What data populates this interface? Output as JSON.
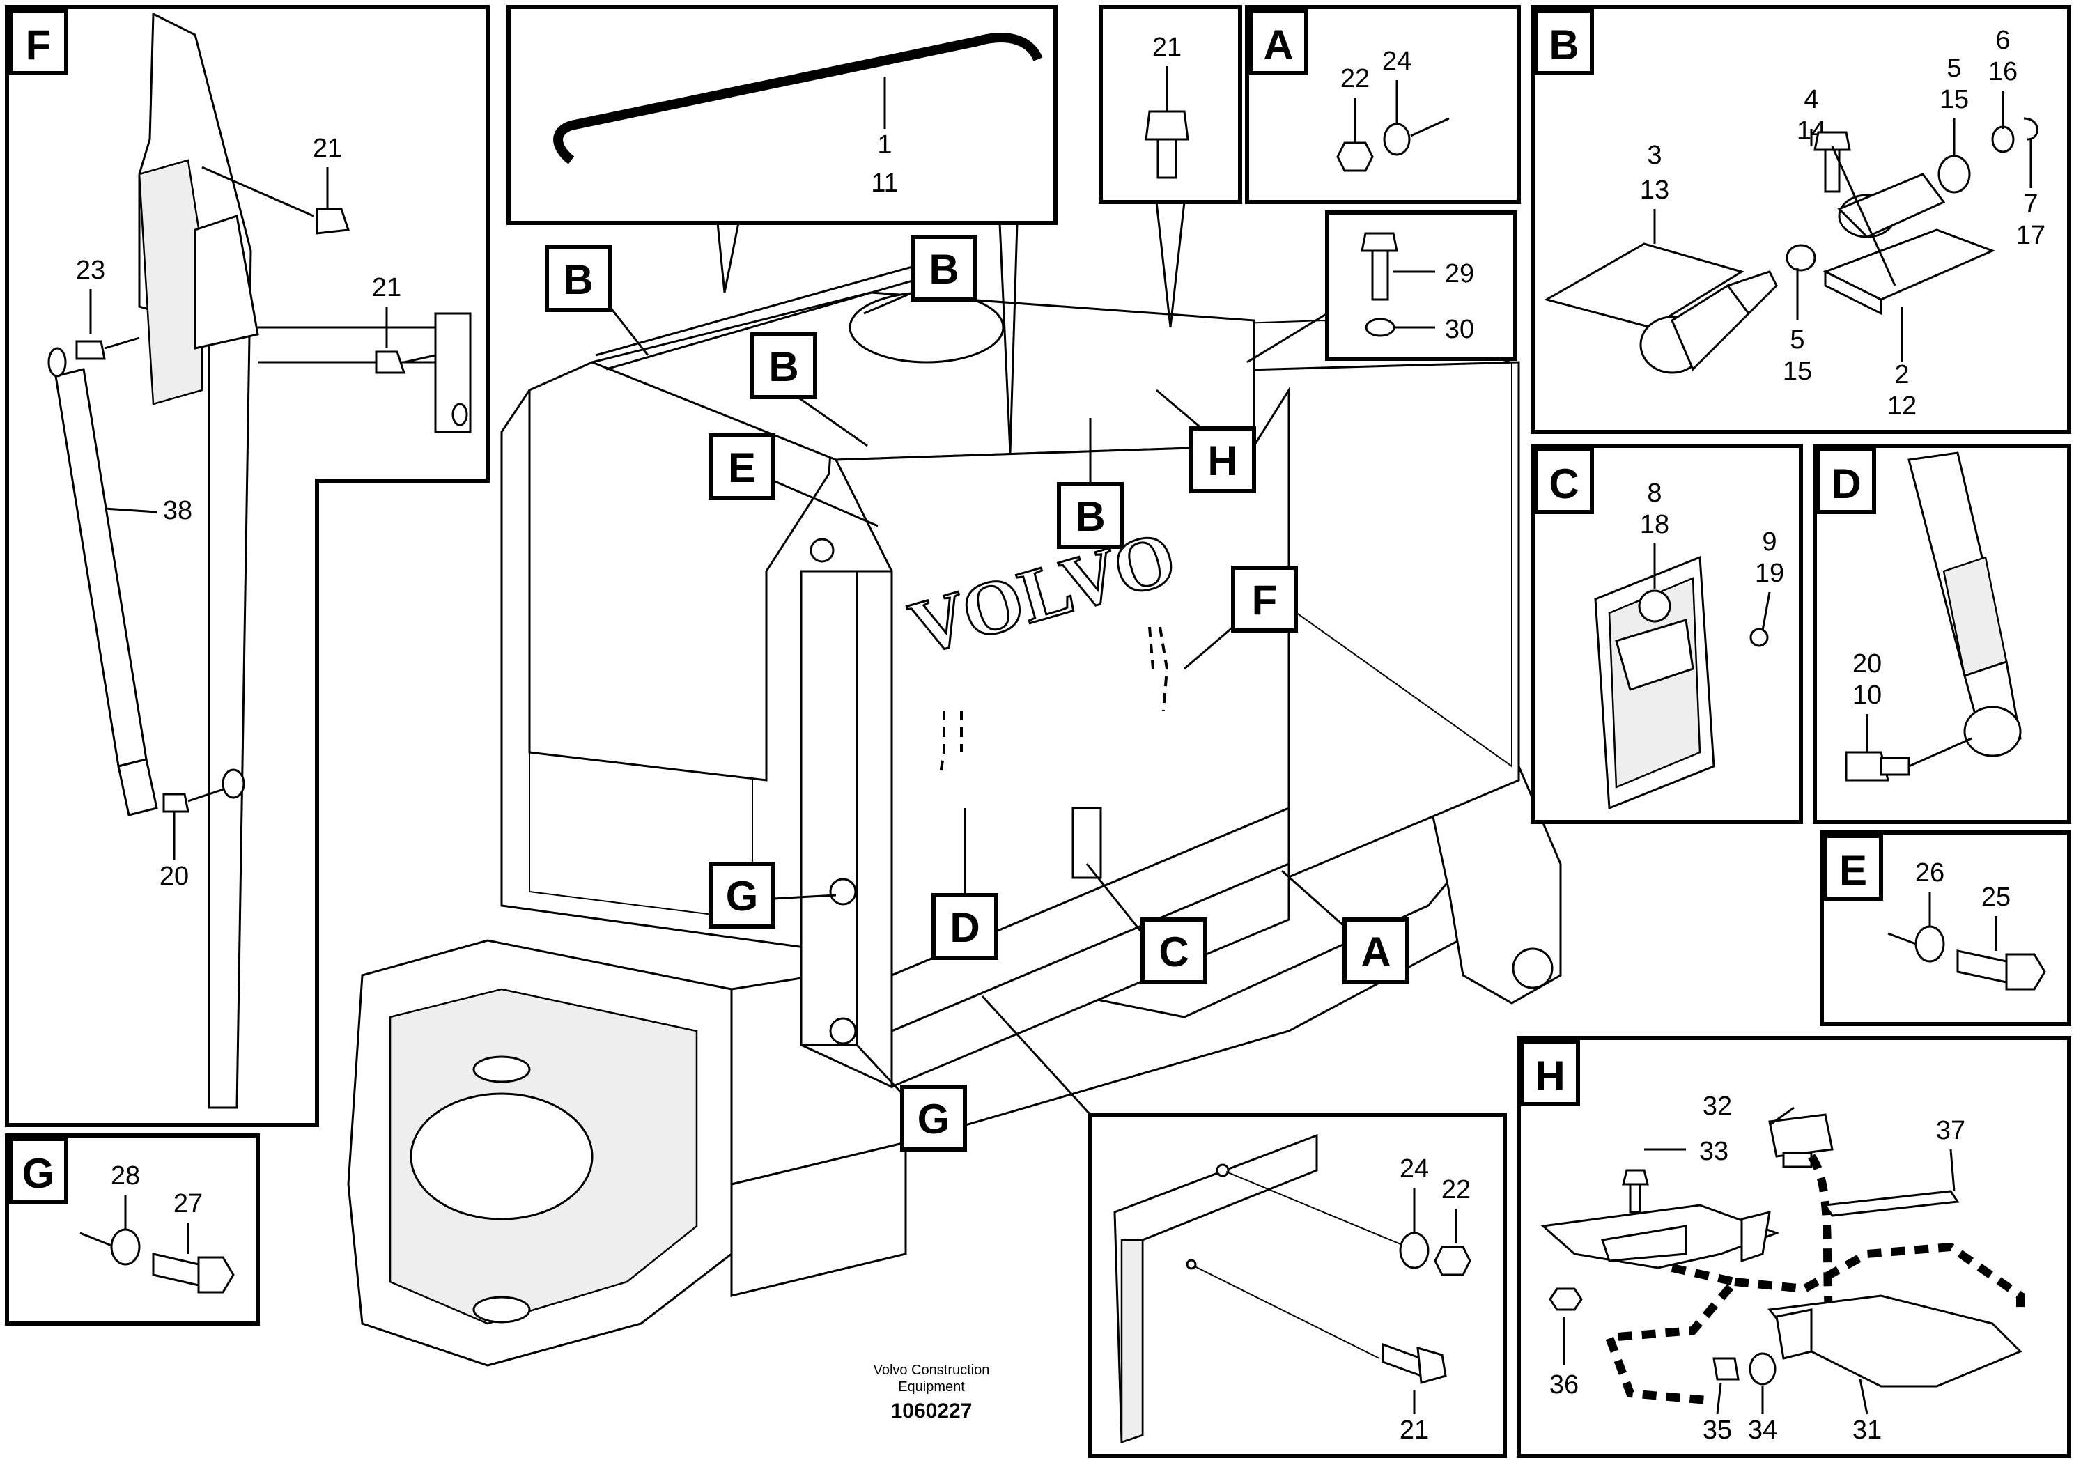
{
  "main_callouts": [
    "B",
    "B",
    "B",
    "B",
    "E",
    "H",
    "F",
    "G",
    "D",
    "C",
    "A",
    "G"
  ],
  "part1": {
    "a": "1",
    "b": "11"
  },
  "panelF": {
    "tag": "F",
    "nums": [
      "21",
      "23",
      "21",
      "38",
      "20"
    ]
  },
  "panel21": {
    "num": "21"
  },
  "panelA": {
    "tag": "A",
    "nums": [
      "22",
      "24"
    ]
  },
  "panelB": {
    "tag": "B",
    "nums": [
      "3",
      "13",
      "4",
      "14",
      "5",
      "15",
      "6",
      "16",
      "7",
      "17",
      "5",
      "15",
      "2",
      "12"
    ]
  },
  "panel29": {
    "nums": [
      "29",
      "30"
    ]
  },
  "panelC": {
    "tag": "C",
    "nums": [
      "8",
      "18",
      "9",
      "19"
    ]
  },
  "panelD": {
    "tag": "D",
    "nums": [
      "20",
      "10"
    ]
  },
  "panelE": {
    "tag": "E",
    "nums": [
      "26",
      "25"
    ]
  },
  "panelG": {
    "tag": "G",
    "nums": [
      "28",
      "27"
    ]
  },
  "panelPlate": {
    "nums": [
      "24",
      "22",
      "21"
    ]
  },
  "panelH": {
    "tag": "H",
    "nums": [
      "32",
      "33",
      "37",
      "36",
      "35",
      "34",
      "31"
    ]
  },
  "logo": "VOLVO",
  "footer": {
    "line1": "Volvo Construction",
    "line2": "Equipment",
    "number": "1060227"
  }
}
